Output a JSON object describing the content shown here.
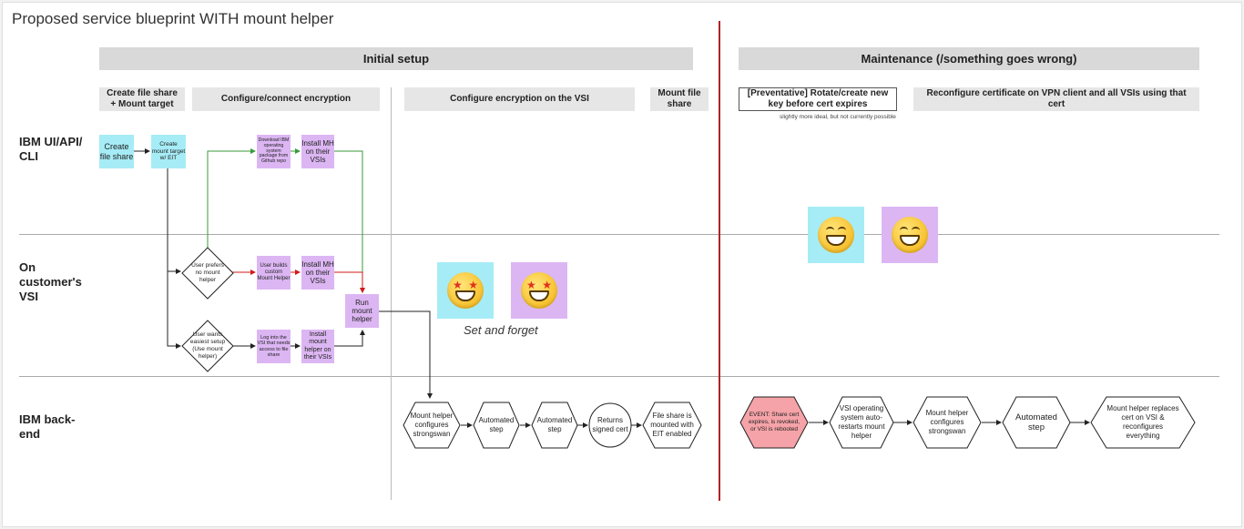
{
  "title": "Proposed service blueprint WITH mount helper",
  "phases": {
    "initial": "Initial setup",
    "maintenance": "Maintenance (/something goes wrong)"
  },
  "steps": {
    "create_mount": "Create file share + Mount target",
    "configure_connect": "Configure/connect encryption",
    "configure_vsi": "Configure encryption on the VSI",
    "mount_share": "Mount file share",
    "preventative": "[Preventative] Rotate/create new key before cert expires",
    "preventative_note": "slightly more ideal, but not currently possible",
    "reconfigure": "Reconfigure certificate on VPN client and all VSIs using that cert"
  },
  "lanes": {
    "ibm_ui": "IBM UI/API/ CLI",
    "customer_vsi": "On customer's VSI",
    "backend": "IBM back-end"
  },
  "stickies": {
    "create_file_share": "Create file share",
    "create_mount_target": "Create mount target w/ EIT",
    "download_package": "Download IBM operating system package from Github repo",
    "install_mh_top": "Install MH on their VSIs",
    "user_builds": "User builds custom Mount Helper",
    "install_mh_mid": "Install MH on their VSIs",
    "log_into_vsi": "Log into the VSI that needs access to file share",
    "install_mh_bottom": "Install mount helper on their VSIs",
    "run_mount_helper": "Run mount helper"
  },
  "decisions": {
    "no_mount_helper": "User prefers no mount helper",
    "easiest_setup": "User wants easiest setup (Use mount helper)"
  },
  "backend_initial": {
    "configures": "Mount helper configures strongswan",
    "auto_1": "Automated step",
    "auto_2": "Automated step",
    "returns_cert": "Returns signed cert",
    "mounted": "File share is mounted with EIT enabled"
  },
  "backend_maintenance": {
    "event": "EVENT: Share cert expires, is revoked, or VSI is rebooted",
    "auto_restart": "VSI operating system auto-restarts mount helper",
    "configures": "Mount helper configures strongswan",
    "auto": "Automated step",
    "replaces": "Mount helper replaces cert on VSI & reconfigures everything"
  },
  "set_and_forget": "Set and forget",
  "colors": {
    "cyan": "#a6ecf6",
    "purple": "#dcb6f3",
    "event_red": "#f5a3a8",
    "divider_red": "#b22222",
    "green_arrow": "#3a9a3a",
    "red_arrow": "#d11a1a"
  },
  "icons": [
    "star-struck-emoji",
    "star-struck-emoji",
    "grinning-emoji",
    "grinning-emoji"
  ]
}
